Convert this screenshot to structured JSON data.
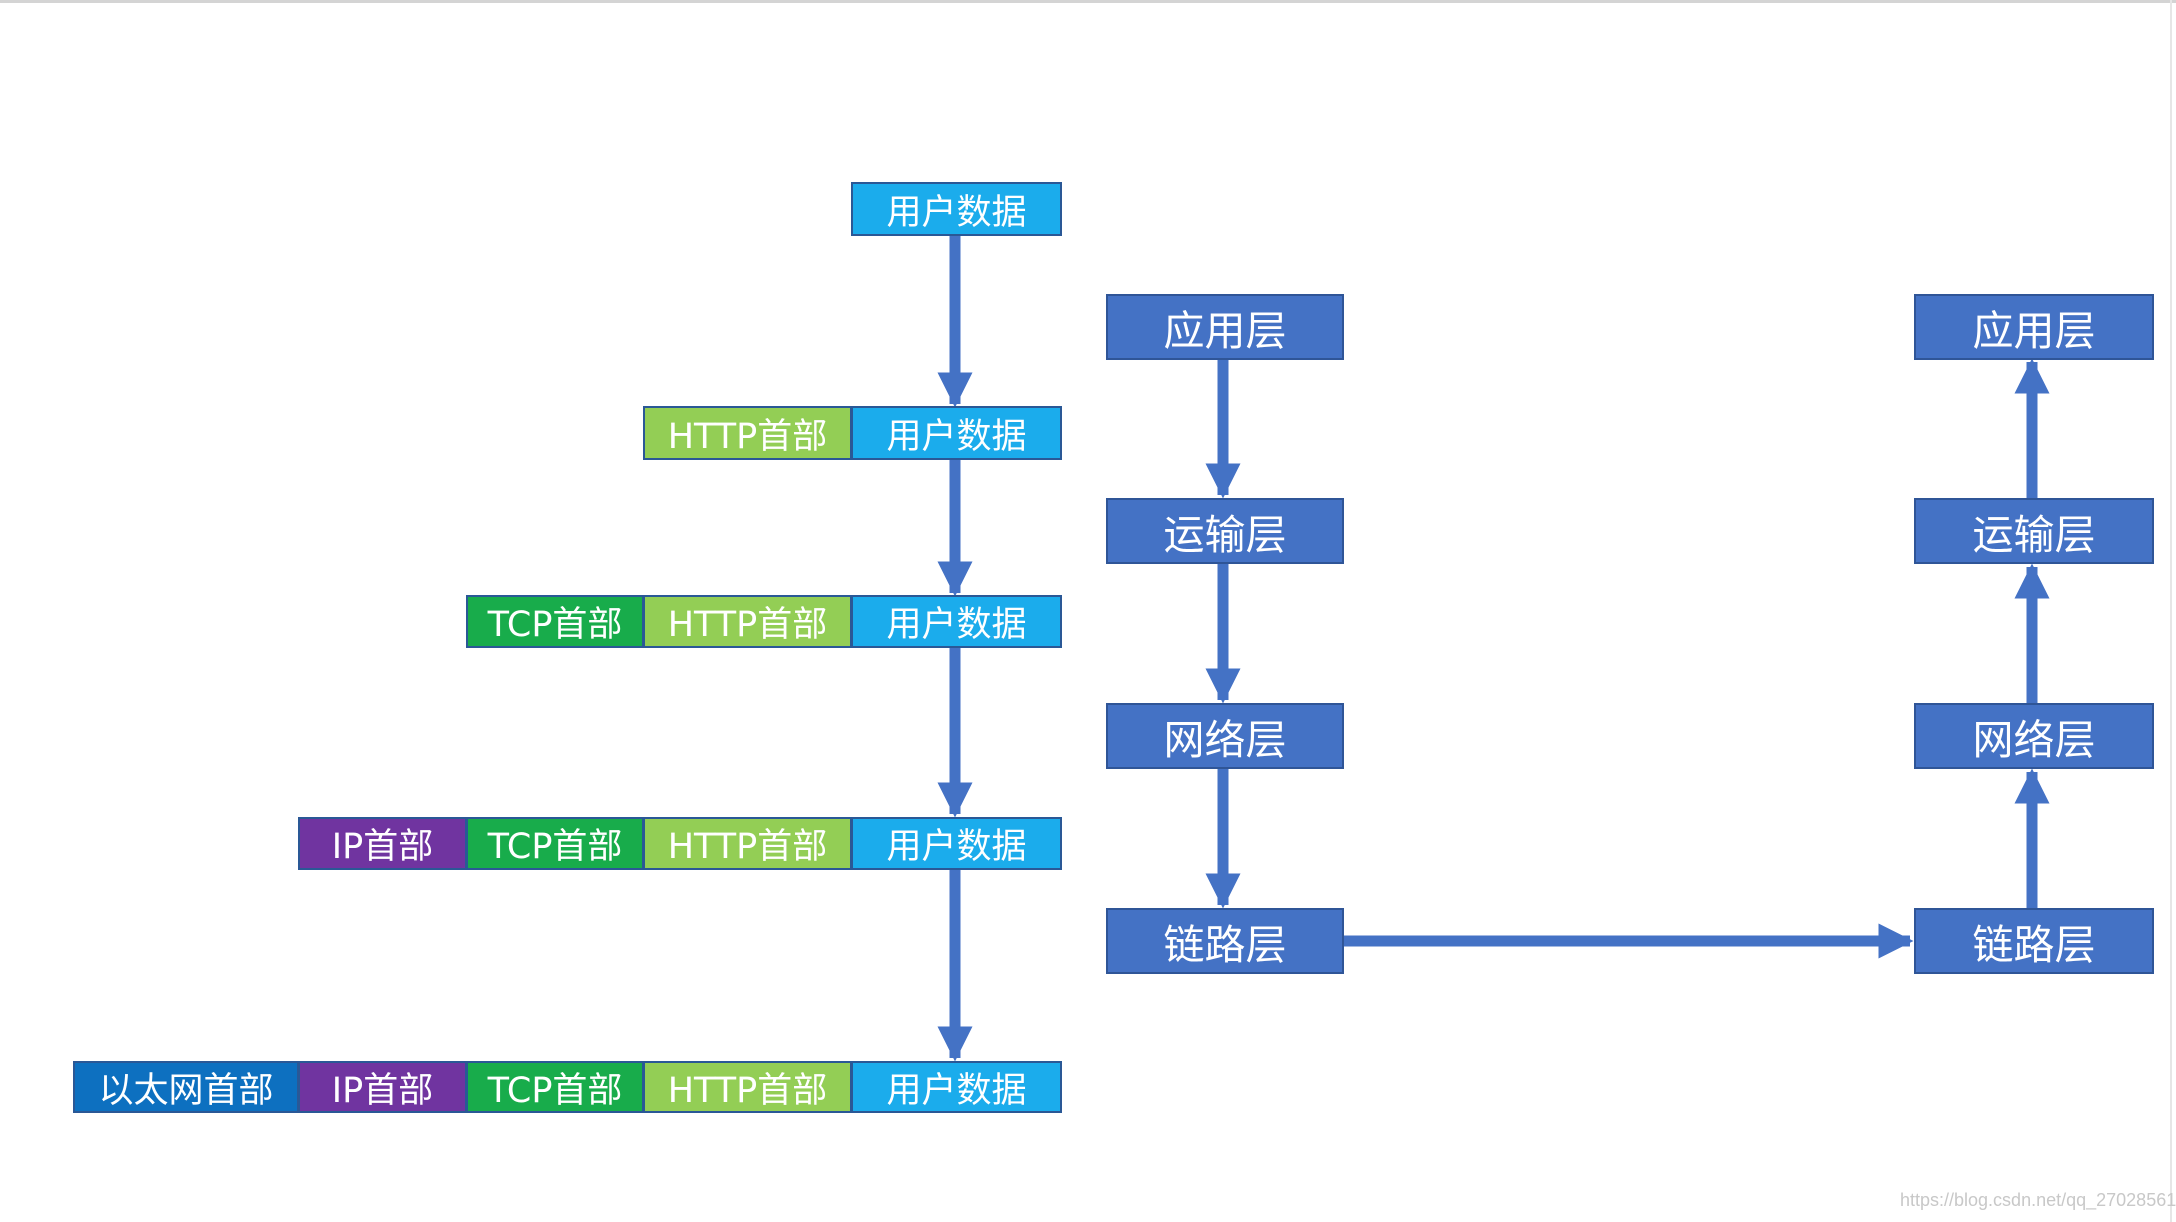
{
  "encapsulation": {
    "row1": {
      "user": "用户数据"
    },
    "row2": {
      "http": "HTTP首部",
      "user": "用户数据"
    },
    "row3": {
      "tcp": "TCP首部",
      "http": "HTTP首部",
      "user": "用户数据"
    },
    "row4": {
      "ip": "IP首部",
      "tcp": "TCP首部",
      "http": "HTTP首部",
      "user": "用户数据"
    },
    "row5": {
      "eth": "以太网首部",
      "ip": "IP首部",
      "tcp": "TCP首部",
      "http": "HTTP首部",
      "user": "用户数据"
    }
  },
  "sender_stack": {
    "application": "应用层",
    "transport": "运输层",
    "network": "网络层",
    "link": "链路层"
  },
  "receiver_stack": {
    "application": "应用层",
    "transport": "运输层",
    "network": "网络层",
    "link": "链路层"
  },
  "watermark": "https://blog.csdn.net/qq_27028561",
  "colors": {
    "user_data": "#1bacec",
    "http_header": "#93ce55",
    "tcp_header": "#18ac4b",
    "ip_header": "#7034a0",
    "ethernet_header": "#0d70c0",
    "layer_box": "#4472c5",
    "arrow": "#4472c5"
  }
}
